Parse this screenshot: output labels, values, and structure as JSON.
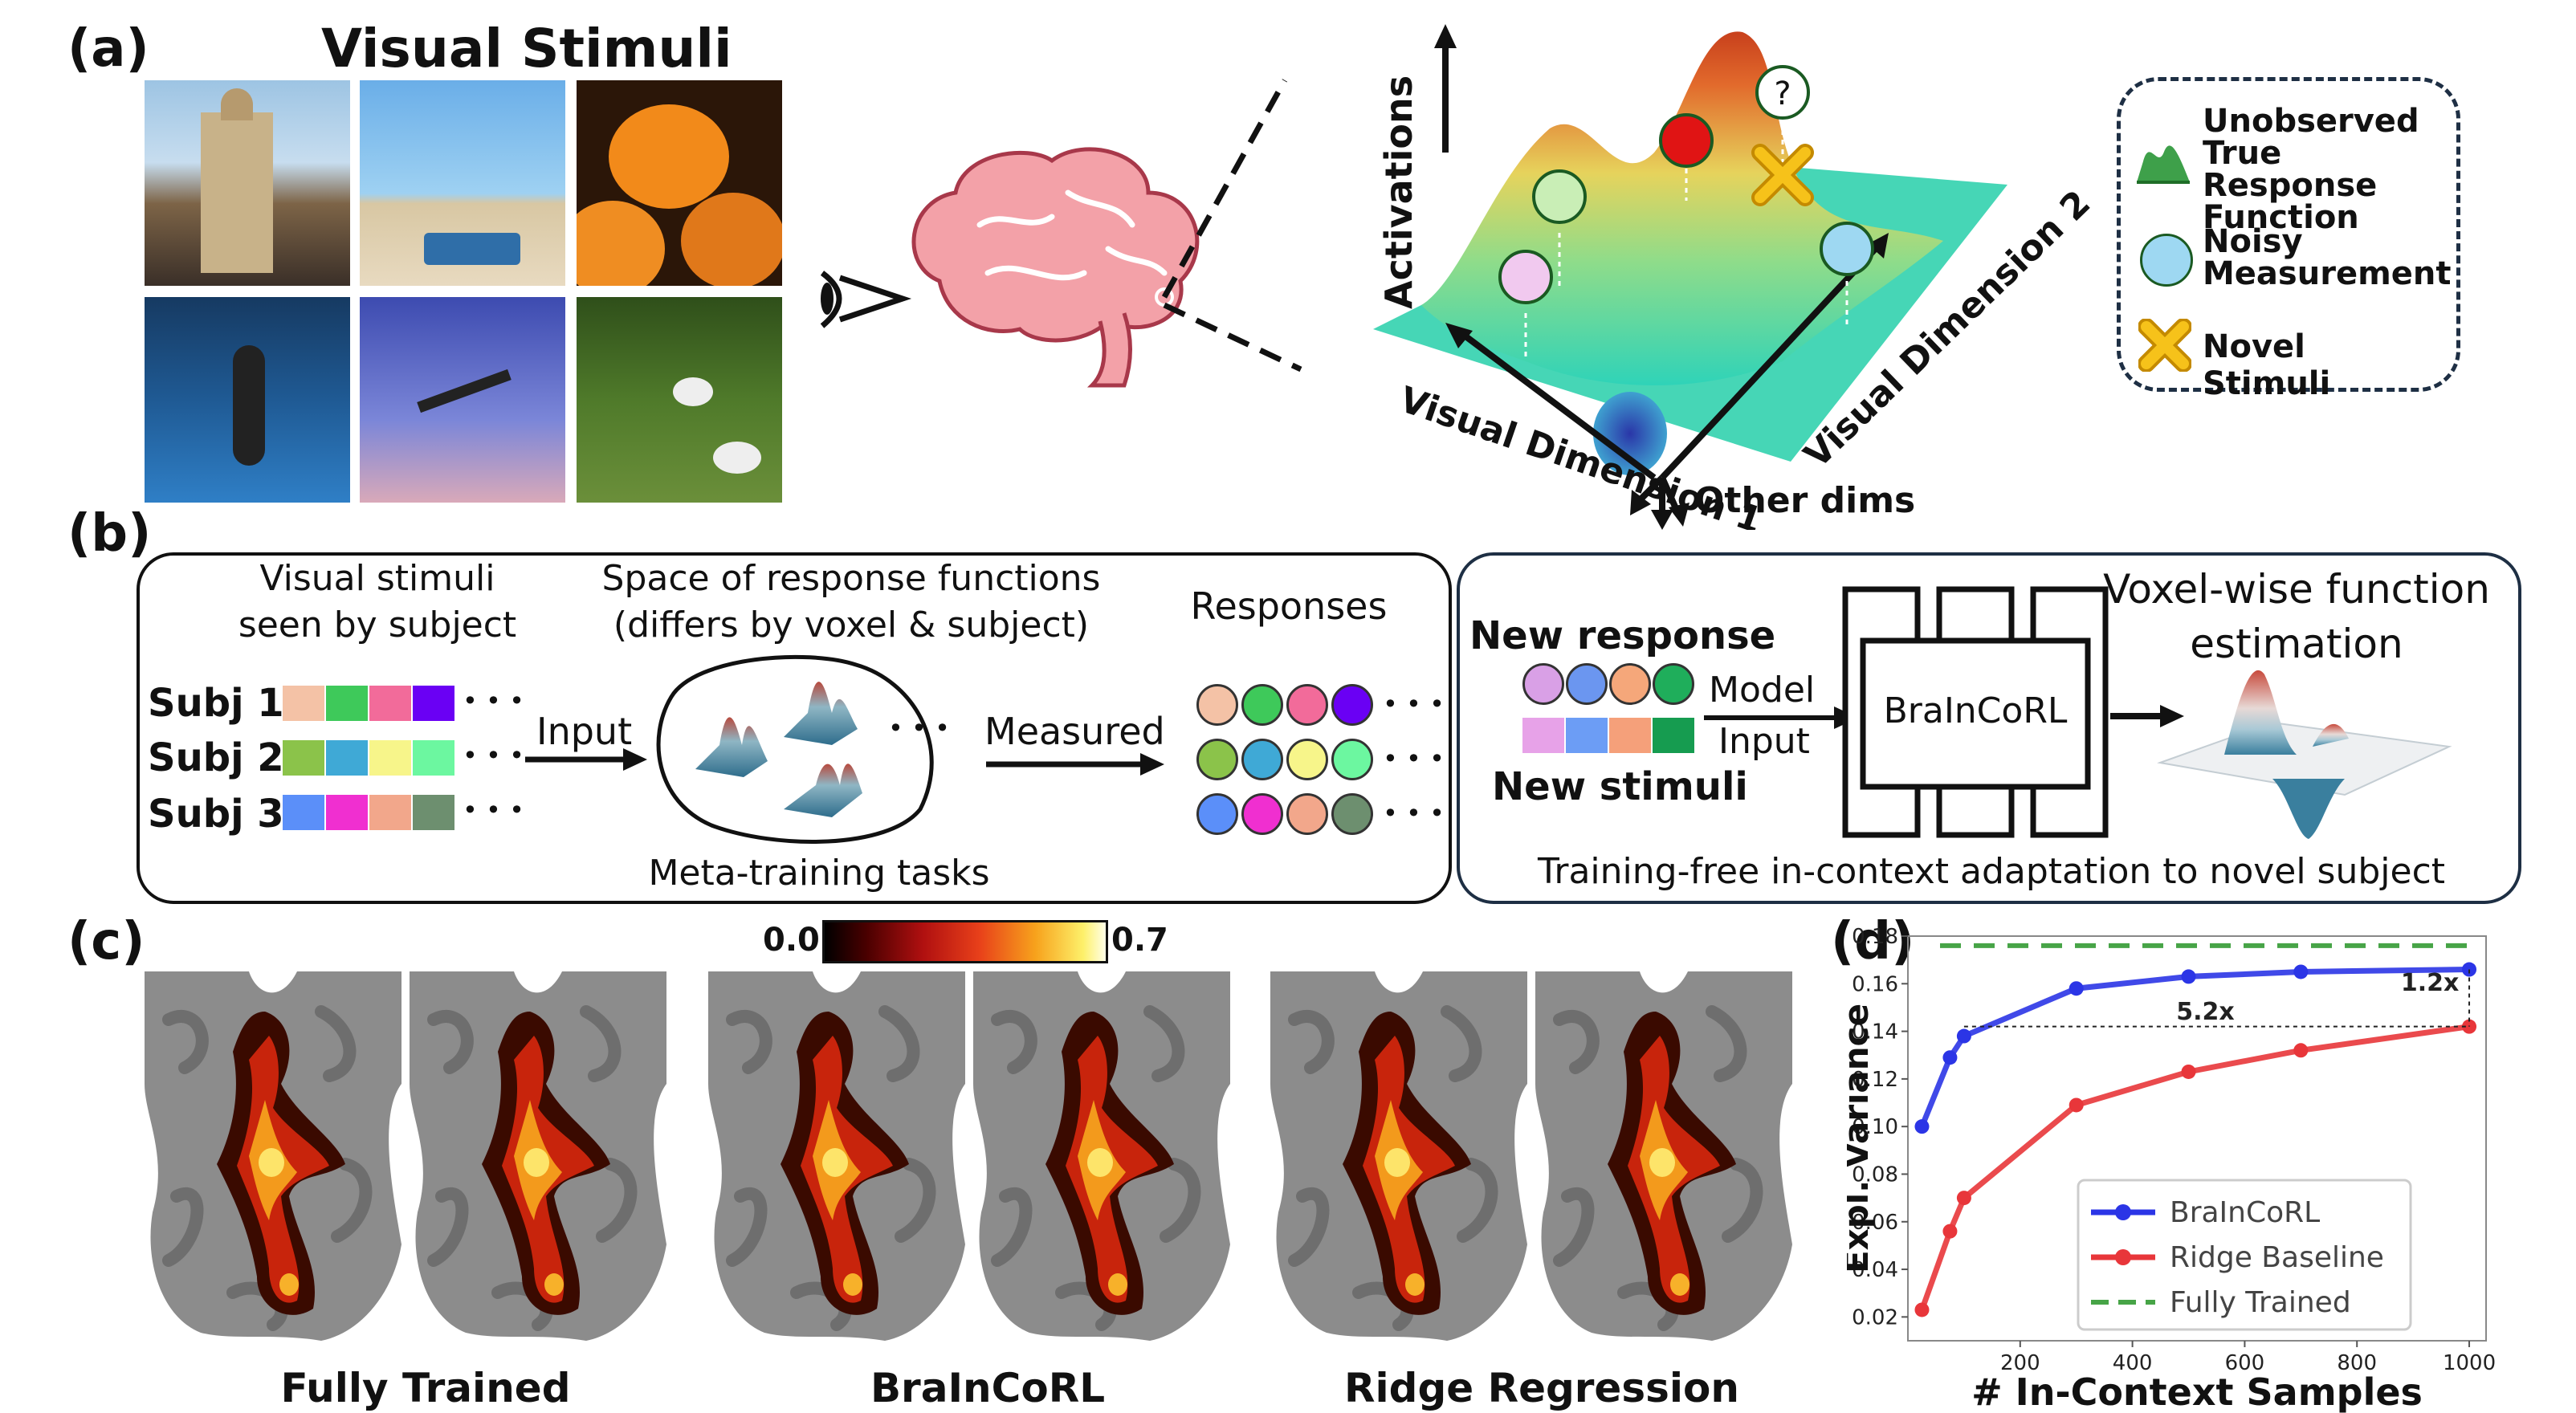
{
  "panel_labels": {
    "a": "(a)",
    "b": "(b)",
    "c": "(c)",
    "d": "(d)"
  },
  "panel_a": {
    "title": "Visual Stimuli",
    "axis_activations": "Activations",
    "axis_dim1": "Visual Dimension 1",
    "axis_dim2": "Visual Dimension 2",
    "axis_other": "Other dims",
    "question_mark": "?",
    "legend": {
      "true_fn": "Unobserved True Response Function",
      "noisy": "Noisy Measurement",
      "novel": "Novel Stimuli"
    },
    "colors": {
      "surface_low": "#2fd3b8",
      "surface_mid": "#c9e07a",
      "surface_high": "#e26a2c",
      "brain": "#f3a1a8"
    }
  },
  "panel_b": {
    "left": {
      "col1_title": "Visual stimuli seen by subject",
      "col2_title": "Space of response functions (differs by voxel & subject)",
      "col3_title": "Responses",
      "subjects": [
        "Subj 1",
        "Subj 2",
        "Subj 3"
      ],
      "ellipsis": "• • •",
      "input_label": "Input",
      "measured_label": "Measured",
      "footer": "Meta-training tasks",
      "subject_colors": [
        [
          "#f4c2a6",
          "#3ec95a",
          "#f26b9a",
          "#6a00f4"
        ],
        [
          "#8bc34a",
          "#3fa9d6",
          "#f7f58a",
          "#6cf7a0"
        ],
        [
          "#5b8ff9",
          "#f02fd0",
          "#f2a78b",
          "#6d8f6f"
        ]
      ]
    },
    "right": {
      "new_response": "New response",
      "new_stimuli": "New stimuli",
      "model_label": "Model",
      "input_label": "Input",
      "model_name": "BraInCoRL",
      "output_title": "Voxel-wise function estimation",
      "footer": "Training-free in-context adaptation to novel subject",
      "response_colors": [
        "#d9a0e6",
        "#6b96f0",
        "#f5a77a",
        "#1fae5b"
      ],
      "stimuli_colors": [
        "#e7a2e8",
        "#6c9df5",
        "#f5a07a",
        "#169c50"
      ]
    }
  },
  "panel_c": {
    "colorbar_min": "0.0",
    "colorbar_max": "0.7",
    "labels": [
      "Fully Trained",
      "BraInCoRL",
      "Ridge Regression"
    ]
  },
  "chart_data": {
    "type": "line",
    "title": "",
    "xlabel": "# In-Context Samples",
    "ylabel": "Expl. Variance",
    "xlim": [
      0,
      1030
    ],
    "ylim": [
      0.01,
      0.18
    ],
    "xticks": [
      200,
      400,
      600,
      800,
      1000
    ],
    "yticks": [
      0.02,
      0.04,
      0.06,
      0.08,
      0.1,
      0.12,
      0.14,
      0.16,
      0.18
    ],
    "ytick_labels": [
      "0.02",
      "0.04",
      "0.06",
      "0.08",
      "0.10",
      "0.12",
      "0.14",
      "0.16",
      "0.18"
    ],
    "legend_position": "bottom-right",
    "series": [
      {
        "name": "BraInCoRL",
        "color": "#2b35e6",
        "x": [
          25,
          75,
          100,
          300,
          500,
          700,
          1000
        ],
        "y": [
          0.1,
          0.129,
          0.138,
          0.158,
          0.163,
          0.165,
          0.166
        ]
      },
      {
        "name": "Ridge Baseline",
        "color": "#e8363a",
        "x": [
          25,
          75,
          100,
          300,
          500,
          700,
          1000
        ],
        "y": [
          0.023,
          0.056,
          0.07,
          0.109,
          0.123,
          0.132,
          0.142
        ]
      },
      {
        "name": "Fully Trained",
        "color": "#47a447",
        "dashed": true,
        "constant": 0.176
      }
    ],
    "annotations": [
      {
        "text": "5.2x",
        "x": 530,
        "y": 0.145
      },
      {
        "text": "1.2x",
        "x": 930,
        "y": 0.157
      }
    ]
  }
}
